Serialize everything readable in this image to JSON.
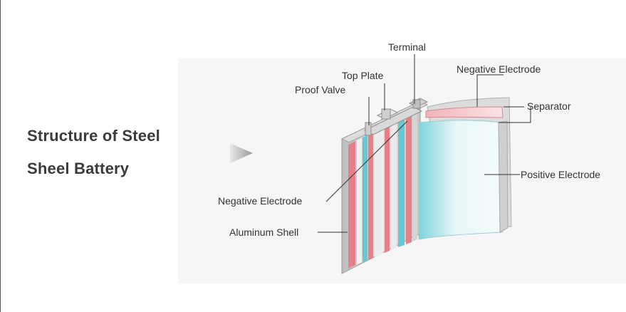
{
  "title": {
    "line1": "Structure of Steel",
    "line2": "Sheel Battery"
  },
  "labels": {
    "terminal": "Terminal",
    "top_plate": "Top Plate",
    "proof_valve": "Proof Valve",
    "negative_electrode_top": "Negative Electrode",
    "separator": "Separator",
    "positive_electrode": "Positive Electrode",
    "negative_electrode_left": "Negative Electrode",
    "aluminum_shell": "Aluminum Shell"
  },
  "colors": {
    "shell_gray": "#c8c8c8",
    "electrode_pink": "#e5808a",
    "electrode_cyan": "#67c7d2",
    "label_text": "#333333"
  },
  "icons": {
    "arrow": "triangle-right-arrow-icon"
  }
}
